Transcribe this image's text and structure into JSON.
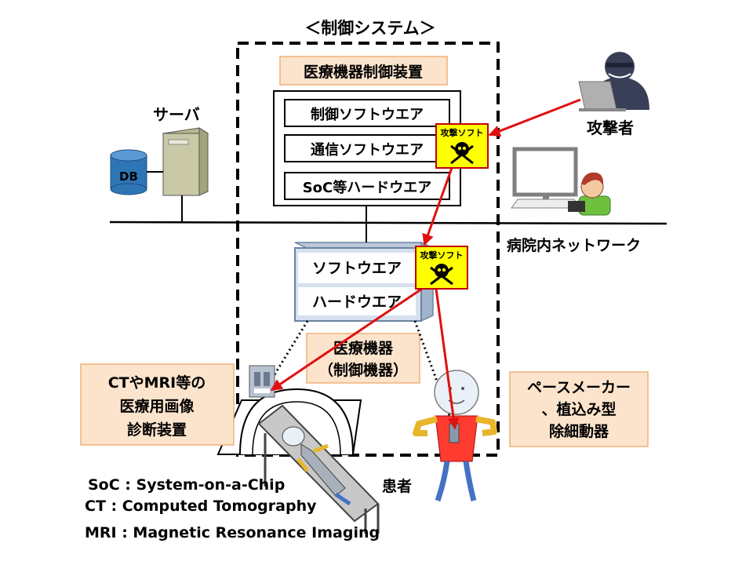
{
  "title": "＜制御システム＞",
  "control_device": {
    "label": "医療機器制御装置",
    "layers": [
      "制御ソフトウエア",
      "通信ソフトウエア",
      "SoC等ハードウエア"
    ]
  },
  "server": {
    "label": "サーバ",
    "db": "DB"
  },
  "attacker": {
    "label": "攻撃者"
  },
  "network": {
    "label": "病院内ネットワーク"
  },
  "malware": {
    "label": "攻撃ソフト",
    "icon": "skull-crossbones-icon"
  },
  "medical_device": {
    "software": "ソフトウエア",
    "hardware": "ハードウエア",
    "label_line1": "医療機器",
    "label_line2": "（制御機器）"
  },
  "imaging": {
    "line1": "CTやMRI等の",
    "line2": "医療用画像",
    "line3": "診断装置"
  },
  "pacemaker": {
    "line1": "ペースメーカー",
    "line2": "、植込み型",
    "line3": "除細動器"
  },
  "patient": {
    "label": "患者"
  },
  "legend": [
    "SoC : System-on-a-Chip",
    "CT : Computed Tomography",
    "MRI : Magnetic Resonance Imaging"
  ],
  "colors": {
    "attack_arrow": "#e01010",
    "label_fill": "#fce4cc",
    "label_stroke": "#f0b27a",
    "malware_fill": "#ffff00",
    "server_fill": "#c9c9a8",
    "db_fill": "#2e75b6",
    "device_fill": "#d6e0ee",
    "pacemaker_body": "#ff3b30",
    "patient_limb": "#4472c4"
  }
}
